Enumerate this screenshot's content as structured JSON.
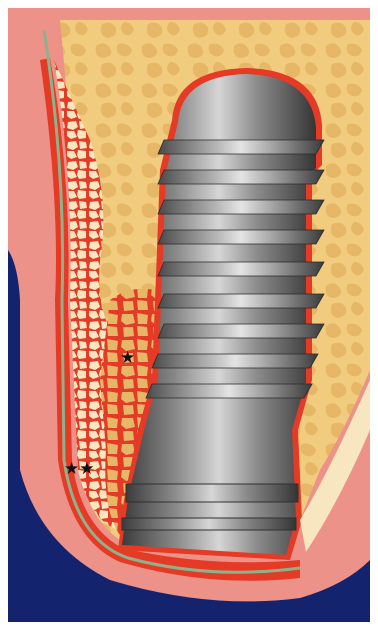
{
  "figure": {
    "kind": "dental implant cross-section illustration",
    "markers": [
      {
        "id": "single-star",
        "text": "★"
      },
      {
        "id": "double-star",
        "text": "★★"
      }
    ],
    "colors": {
      "background_navy": "#14236e",
      "bone_yellow": "#f2cc7e",
      "bone_marrow_tan": "#e6b767",
      "soft_tissue_pink": "#ec9288",
      "gingiva_red": "#e43a26",
      "graft_granule_cream": "#f7e6bf",
      "implant_grey": "#6b6b6b",
      "membrane_green": "#8fb28a"
    }
  }
}
